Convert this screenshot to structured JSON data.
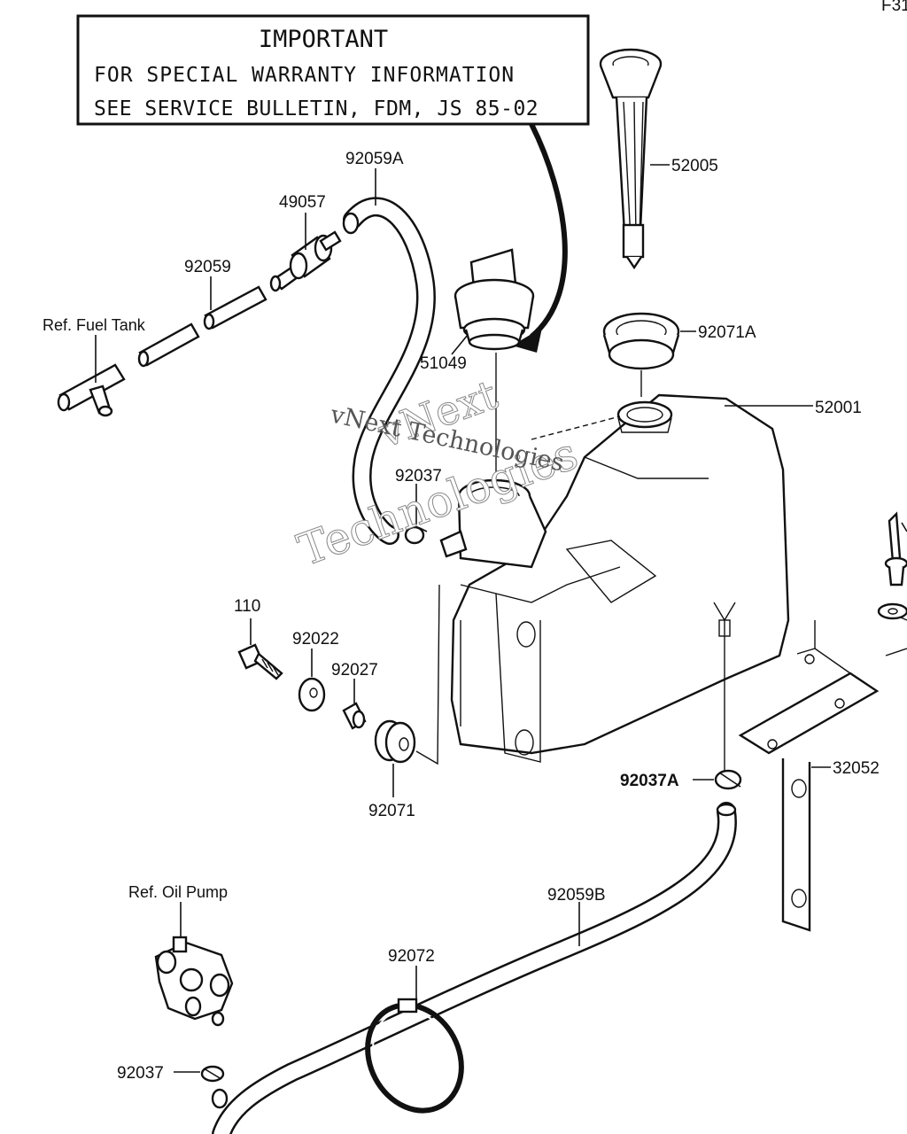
{
  "page_code": "F31",
  "notice": {
    "heading": "IMPORTANT",
    "line1": "FOR SPECIAL WARRANTY INFORMATION",
    "line2": "SEE SERVICE BULLETIN, FDM, JS 85-02"
  },
  "watermark": {
    "line1": "vNext",
    "line2": "Technologies",
    "center_text": "vNext Technologies"
  },
  "refs": {
    "fuel_tank": "Ref. Fuel Tank",
    "oil_pump": "Ref. Oil Pump"
  },
  "parts": {
    "p52005": "52005",
    "p92059A": "92059A",
    "p49057": "49057",
    "p92059": "92059",
    "p51049": "51049",
    "p92071A": "92071A",
    "p52001": "52001",
    "p92037_top": "92037",
    "p110": "110",
    "p92022": "92022",
    "p92027": "92027",
    "p92071": "92071",
    "p92037A": "92037A",
    "p32052": "32052",
    "p92059B": "92059B",
    "p92072": "92072",
    "p92037_bottom": "92037"
  }
}
